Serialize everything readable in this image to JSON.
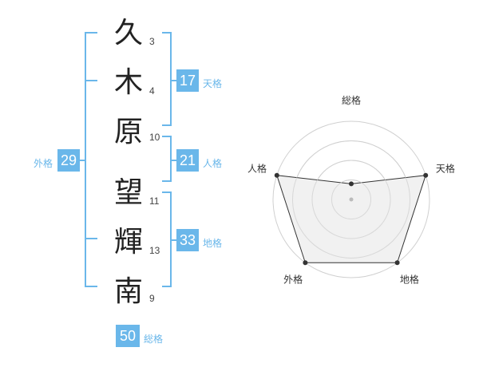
{
  "kanji": [
    {
      "char": "久",
      "strokes": "3"
    },
    {
      "char": "木",
      "strokes": "4"
    },
    {
      "char": "原",
      "strokes": "10"
    },
    {
      "char": "望",
      "strokes": "11"
    },
    {
      "char": "輝",
      "strokes": "13"
    },
    {
      "char": "南",
      "strokes": "9"
    }
  ],
  "fortune": {
    "tenkaku": {
      "value": "17",
      "label": "天格"
    },
    "jinkaku": {
      "value": "21",
      "label": "人格"
    },
    "chikaku": {
      "value": "33",
      "label": "地格"
    },
    "gaikaku": {
      "value": "29",
      "label": "外格"
    },
    "soukaku": {
      "value": "50",
      "label": "総格"
    }
  },
  "chart_data": {
    "type": "radar",
    "axes": [
      "総格",
      "天格",
      "地格",
      "外格",
      "人格"
    ],
    "values": [
      1,
      5,
      5,
      5,
      5
    ],
    "rmax": 5,
    "rings": 4,
    "grid": true,
    "colors": {
      "fill": "#efefef",
      "line": "#333333",
      "grid": "#d0d0d0"
    }
  }
}
